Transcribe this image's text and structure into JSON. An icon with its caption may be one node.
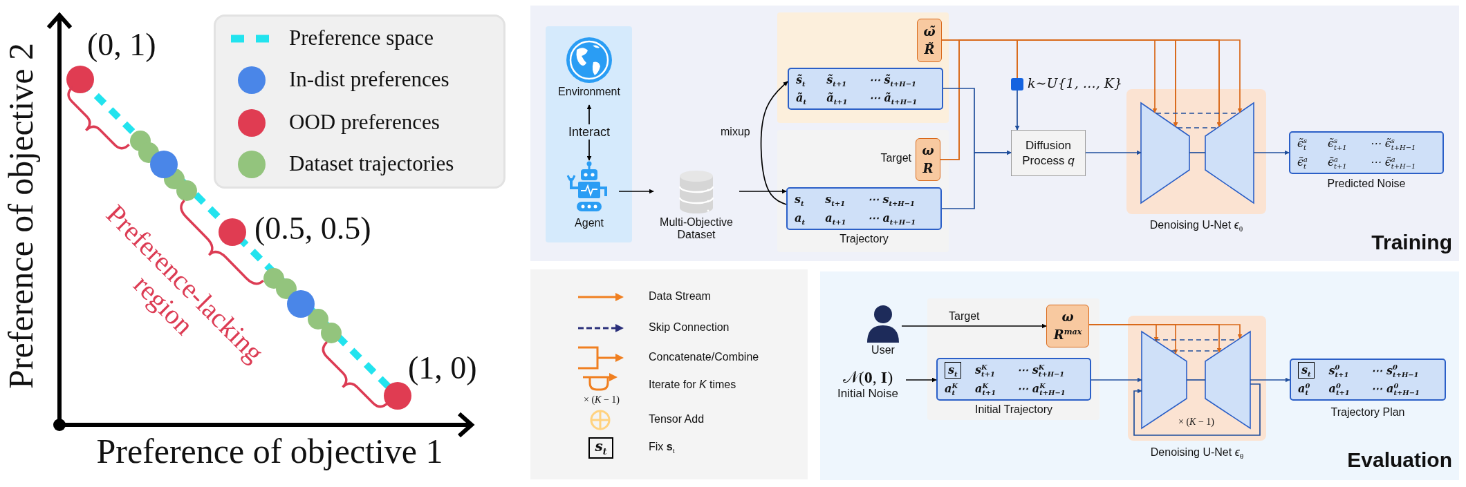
{
  "diagram": {
    "nodes": [
      {
        "text": [
          "Training"
        ]
      },
      {
        "text": [],
        "shape": "box",
        "in": 0
      },
      {
        "text": [
          "Environment"
        ],
        "in": 1
      },
      {
        "text": [
          "Interact"
        ],
        "in": 1
      },
      {
        "text": [
          "Agent"
        ],
        "in": 1
      },
      {
        "text": [
          "Multi-Objective Dataset"
        ],
        "in": 0
      },
      {
        "text": [],
        "shape": "box",
        "in": 0
      },
      {
        "text": [
          "ω̃",
          "R̃"
        ],
        "in": 6
      },
      {
        "text": [
          "s̃$_{t}$",
          "s̃$_{t+1}$",
          "⋯",
          "s̃$_{t+H−1}$",
          "ã$_{t}$",
          "ã$_{t+1}$",
          "⋯",
          "ã$_{t+H−1}$"
        ],
        "in": 6
      },
      {
        "text": [],
        "shape": "box",
        "in": 0
      },
      {
        "text": [
          "ω",
          "R"
        ],
        "beside": [
          "Target"
        ],
        "in": 9
      },
      {
        "text": [
          "s$_{t}$",
          "s$_{t+1}$",
          "⋯",
          "s$_{t+H−1}$",
          "a$_{t}$",
          "a$_{t+1}$",
          "⋯",
          "a$_{t+H−1}$"
        ],
        "beside": [
          "Trajectory"
        ],
        "in": 9
      },
      {
        "text": [],
        "shape": "box",
        "beside": [
          "*k*∼*U*{1, …, *K*}"
        ],
        "in": 0
      },
      {
        "text": [
          "Diffusion Process *q*"
        ],
        "in": 0
      },
      {
        "text": [],
        "shape": "box",
        "beside": [
          "Denoising U-Net *ϵ*$_{θ}$"
        ],
        "in": 0
      },
      {
        "text": [],
        "shape": "trapezoid",
        "in": 14
      },
      {
        "text": [],
        "shape": "trapezoid",
        "in": 14
      },
      {
        "text": [
          "ϵ̃$^{s}$$_{t}$",
          "ϵ̃$^{s}$$_{t+1}$",
          "⋯",
          "ϵ̃$^{s}$$_{t+H−1}$",
          "ϵ̃$^{a}$$_{t}$",
          "ϵ̃$^{a}$$_{t+1}$",
          "⋯",
          "ϵ̃$^{a}$$_{t+H−1}$"
        ],
        "beside": [
          "Predicted Noise"
        ],
        "in": 0
      },
      {
        "text": [
          "Evaluation"
        ]
      },
      {
        "text": [
          "User"
        ],
        "in": 18
      },
      {
        "text": [],
        "shape": "box",
        "in": 18
      },
      {
        "text": [
          "ω",
          "R$^{max}$"
        ],
        "in": 20
      },
      {
        "text": [
          "s$_{t}$",
          "s$^{K}$$_{t+1}$",
          "⋯",
          "s$^{K}$$_{t+H−1}$",
          "a$^{K}$$_{t}$",
          "a$^{K}$$_{t+1}$",
          "⋯",
          "a$^{K}$$_{t+H−1}$"
        ],
        "beside": [
          "Initial Trajectory"
        ],
        "in": 20
      },
      {
        "text": [
          "𝒩(**0**, **I**)",
          "Initial Noise"
        ],
        "in": 18
      },
      {
        "text": [
          "× (*K* − 1)"
        ],
        "beside": [
          "Denoising U-Net *ϵ*$_{θ}$"
        ],
        "in": 18
      },
      {
        "text": [],
        "shape": "trapezoid",
        "in": 24
      },
      {
        "text": [],
        "shape": "trapezoid",
        "in": 24
      },
      {
        "text": [
          "s$_{t}$",
          "s$^{0}$$_{t+1}$",
          "⋯",
          "s$^{0}$$_{t+H−1}$",
          "a$^{0}$$_{t}$",
          "a$^{0}$$_{t+1}$",
          "⋯",
          "a$^{0}$$_{t+H−1}$"
        ],
        "beside": [
          "Trajectory Plan"
        ],
        "in": 18
      }
    ],
    "edges": [
      {
        "from": 3,
        "to": 2,
        "arrow": "to",
        "color": "#000000"
      },
      {
        "from": 3,
        "to": 4,
        "arrow": "to",
        "color": "#000000"
      },
      {
        "from": 4,
        "to": 5,
        "arrow": "to",
        "color": "#000000"
      },
      {
        "from": 5,
        "to": 11,
        "arrow": "to",
        "color": "#000000"
      },
      {
        "from": 11,
        "to": 8,
        "arrow": "to",
        "label": "mixup",
        "color": "#000000"
      },
      {
        "from": 7,
        "to": 15,
        "arrow": "to",
        "color": "#d9691a"
      },
      {
        "from": 10,
        "to": 15,
        "arrow": "to",
        "color": "#d9691a"
      },
      {
        "from": 12,
        "to": 15,
        "arrow": "to",
        "color": "#d9691a"
      },
      {
        "from": 7,
        "to": 16,
        "arrow": "to",
        "color": "#d9691a"
      },
      {
        "from": 10,
        "to": 16,
        "arrow": "to",
        "color": "#d9691a"
      },
      {
        "from": 12,
        "to": 16,
        "arrow": "to",
        "color": "#d9691a"
      },
      {
        "from": 8,
        "to": 13,
        "arrow": "to"
      },
      {
        "from": 11,
        "to": 13,
        "arrow": "to"
      },
      {
        "from": 12,
        "to": 13,
        "arrow": "to"
      },
      {
        "from": 13,
        "to": 15,
        "arrow": "to"
      },
      {
        "from": 15,
        "to": 16,
        "arrow": "none"
      },
      {
        "from": 15,
        "to": 16,
        "arrow": "none",
        "style": "dashed"
      },
      {
        "from": 15,
        "to": 16,
        "arrow": "none",
        "style": "dashed"
      },
      {
        "from": 16,
        "to": 17,
        "arrow": "to"
      },
      {
        "from": 19,
        "to": 21,
        "arrow": "to",
        "label": "Target",
        "color": "#000000"
      },
      {
        "from": 21,
        "to": 25,
        "arrow": "to",
        "color": "#d9691a"
      },
      {
        "from": 21,
        "to": 25,
        "arrow": "to",
        "color": "#d9691a"
      },
      {
        "from": 21,
        "to": 26,
        "arrow": "to",
        "color": "#d9691a"
      },
      {
        "from": 21,
        "to": 26,
        "arrow": "to",
        "color": "#d9691a"
      },
      {
        "from": 25,
        "to": 26,
        "arrow": "none"
      },
      {
        "from": 25,
        "to": 26,
        "arrow": "none",
        "style": "dashed"
      },
      {
        "from": 25,
        "to": 26,
        "arrow": "none",
        "style": "dashed"
      },
      {
        "from": 23,
        "to": 22,
        "arrow": "to",
        "color": "#000000"
      },
      {
        "from": 22,
        "to": 25,
        "arrow": "to"
      },
      {
        "from": 26,
        "to": 27,
        "arrow": "to"
      },
      {
        "from": 26,
        "to": 25,
        "arrow": "to"
      }
    ],
    "labels": [
      "(0, 1)",
      "(0.5, 0.5)",
      "(1, 0)",
      "Preference-lacking region",
      "Preference of objective 1",
      "Preference of objective 2",
      "× (*K* − 1)",
      "s$_{t}$"
    ],
    "legend": [
      {
        "text": "Preference space"
      },
      {
        "text": "In-dist preferences",
        "color": "#4a86e8"
      },
      {
        "text": "OOD preferences",
        "color": "#e03c52"
      },
      {
        "text": "Dataset trajectories",
        "color": "#93c47d"
      },
      {
        "text": "Data Stream"
      },
      {
        "text": "Skip Connection"
      },
      {
        "text": "Concatenate/Combine"
      },
      {
        "text": "Iterate for *K* times"
      },
      {
        "text": "Tensor Add"
      },
      {
        "text": "Fix **s**$_{t}$"
      }
    ]
  }
}
